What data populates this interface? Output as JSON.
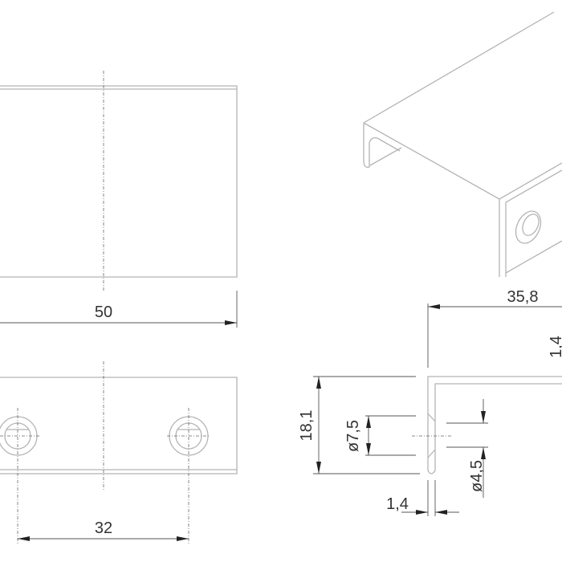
{
  "drawing": {
    "dimensions": {
      "length": "50",
      "hole_spacing": "32",
      "depth": "35,8",
      "thickness_top": "1,4",
      "height": "18,1",
      "counterbore_diameter": "ø7,5",
      "hole_diameter": "ø4,5",
      "thickness_side": "1,4"
    },
    "line_color": "#b4b4b4",
    "dimension_color": "#333333"
  }
}
